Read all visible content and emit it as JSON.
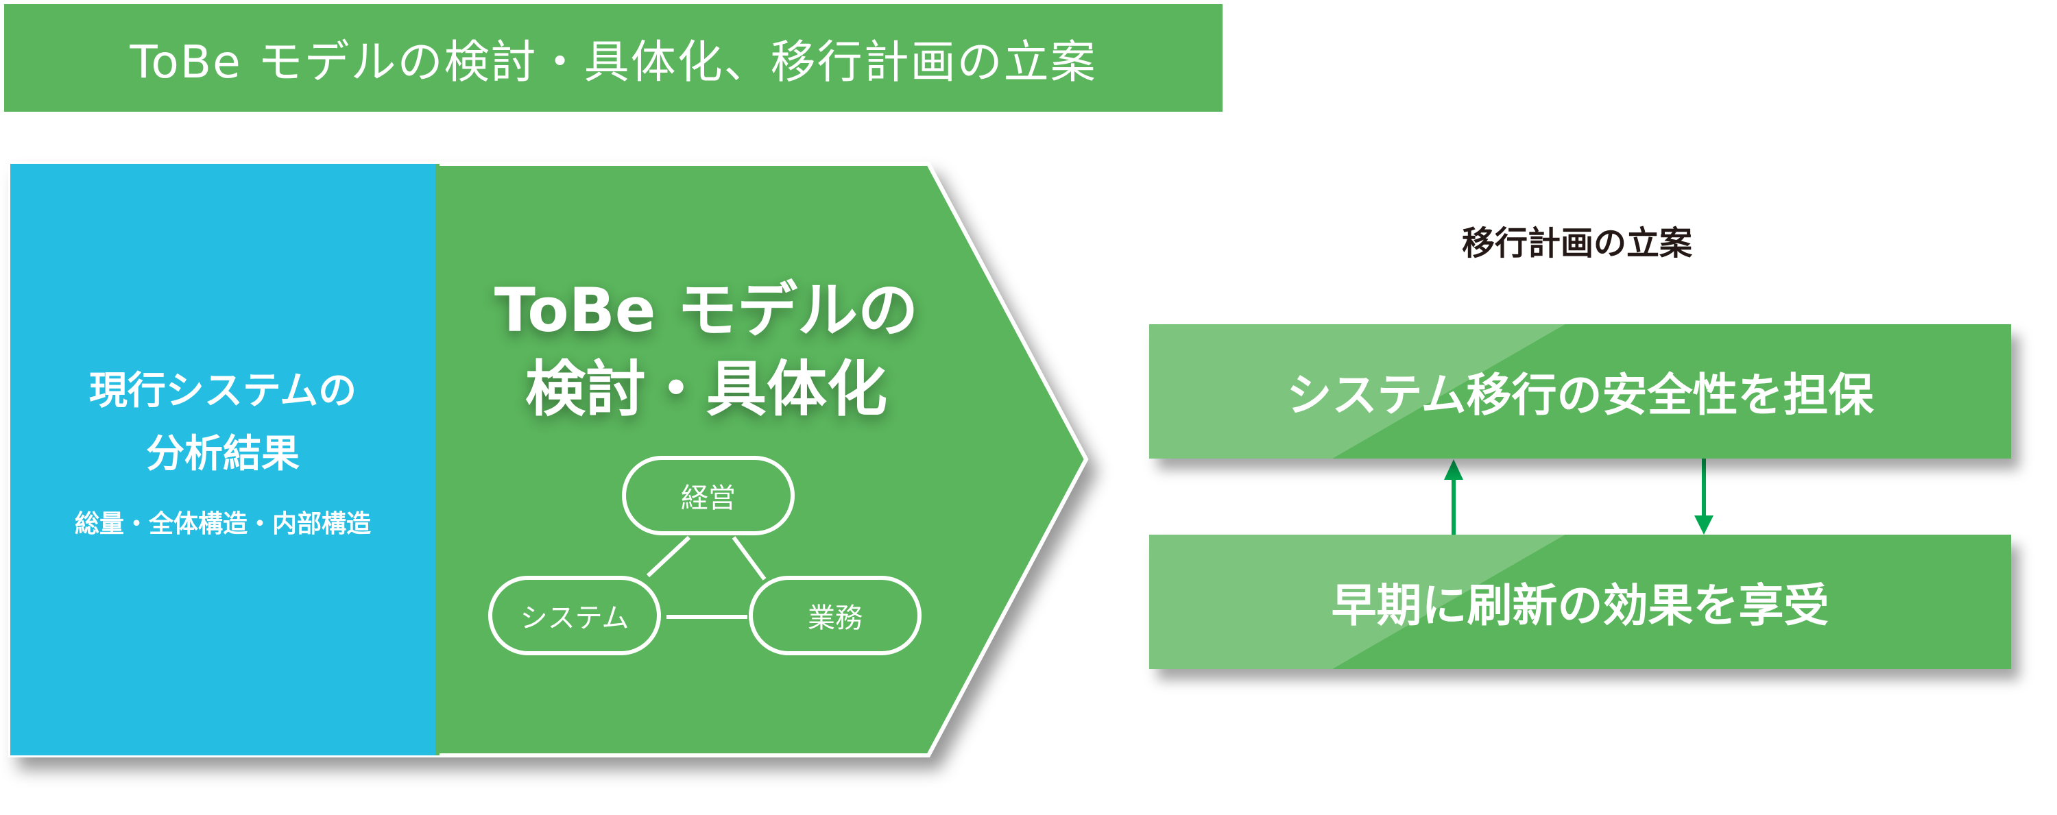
{
  "header": {
    "title": "ToBe モデルの検討・具体化、移行計画の立案"
  },
  "current_analysis": {
    "title_line1": "現行システムの",
    "title_line2": "分析結果",
    "subtitle": "総量・全体構造・内部構造"
  },
  "tobe_model": {
    "title_line1": "ToBe モデルの",
    "title_line2": "検討・具体化",
    "nodes": [
      "経営",
      "システム",
      "業務"
    ]
  },
  "migration_plan": {
    "title": "移行計画の立案",
    "box1": "システム移行の安全性を担保",
    "box2": "早期に刷新の効果を享受"
  },
  "colors": {
    "blue": "#25bde2",
    "green": "#5ab55c",
    "arrow": "#00a650"
  }
}
